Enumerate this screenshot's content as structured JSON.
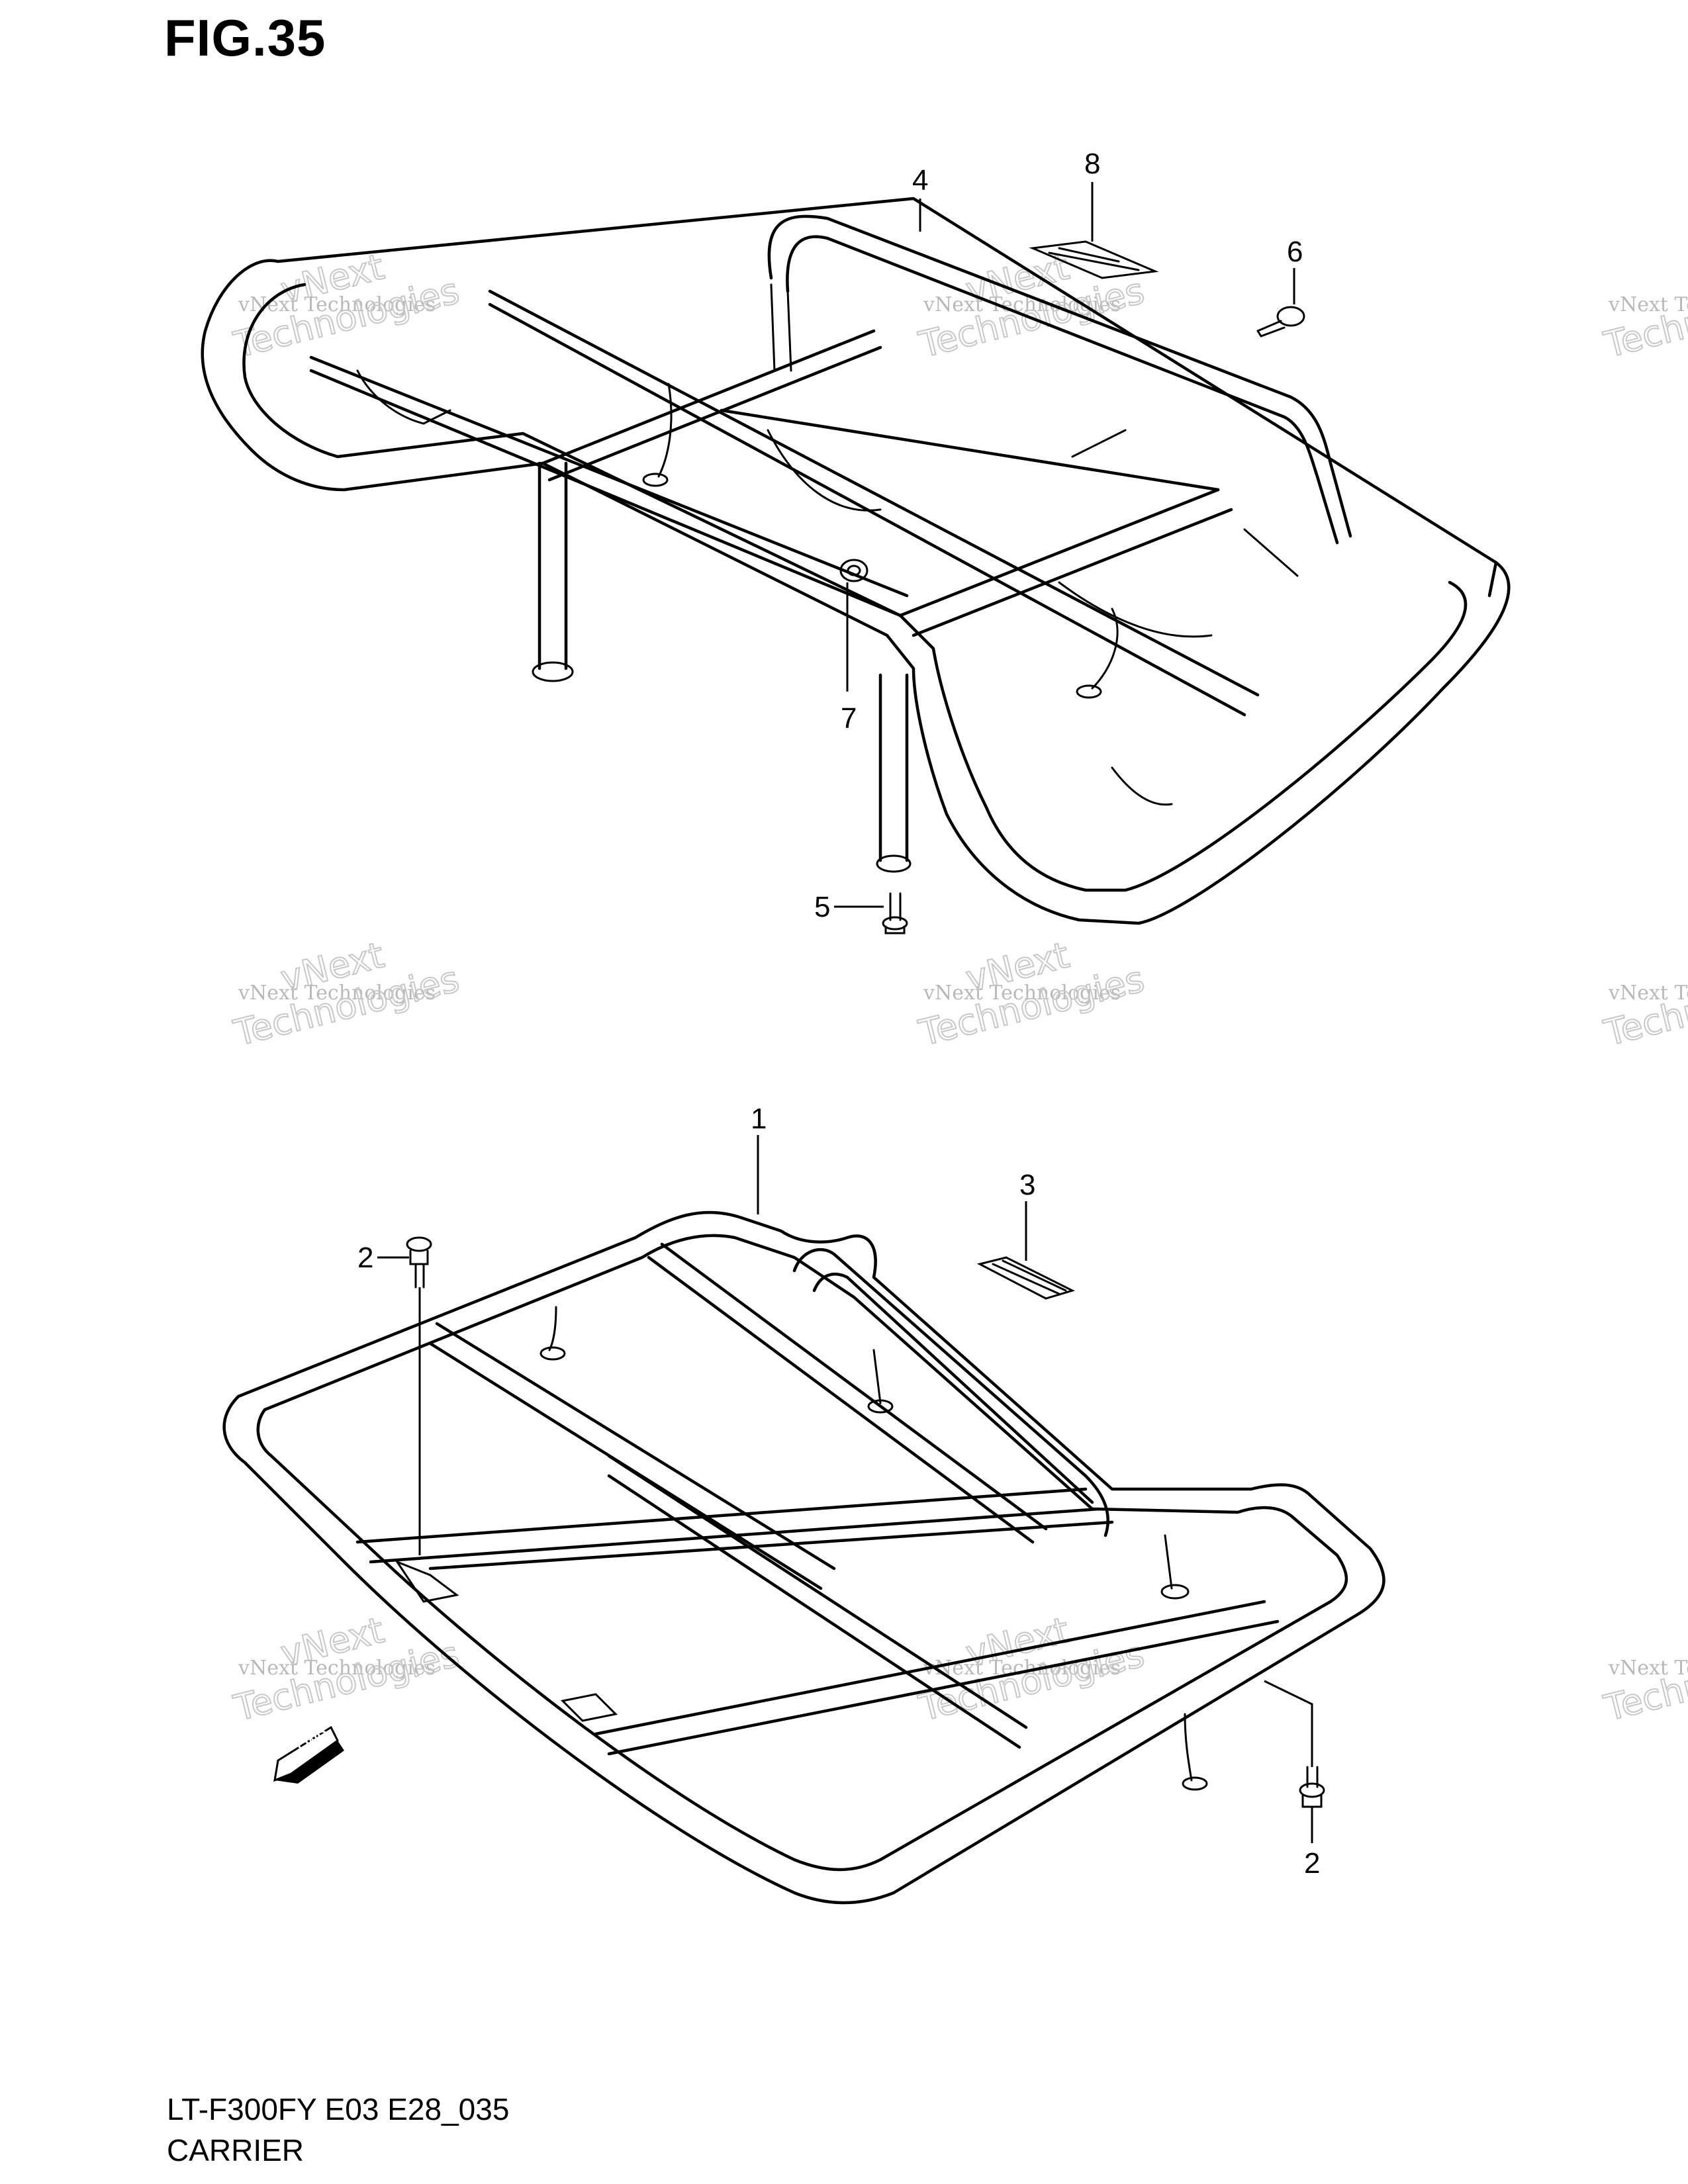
{
  "figure": {
    "title": "FIG.35"
  },
  "footer": {
    "model": "LT-F300FY E03 E28_035",
    "name": "CARRIER"
  },
  "watermark": {
    "line1": "vNext Technologies",
    "line2": "vNext",
    "line3": "Technologies"
  },
  "arrow": {
    "label": "FWD"
  },
  "callouts": {
    "c1": "1",
    "c2a": "2",
    "c2b": "2",
    "c3": "3",
    "c4": "4",
    "c5": "5",
    "c6": "6",
    "c7": "7",
    "c8": "8"
  }
}
